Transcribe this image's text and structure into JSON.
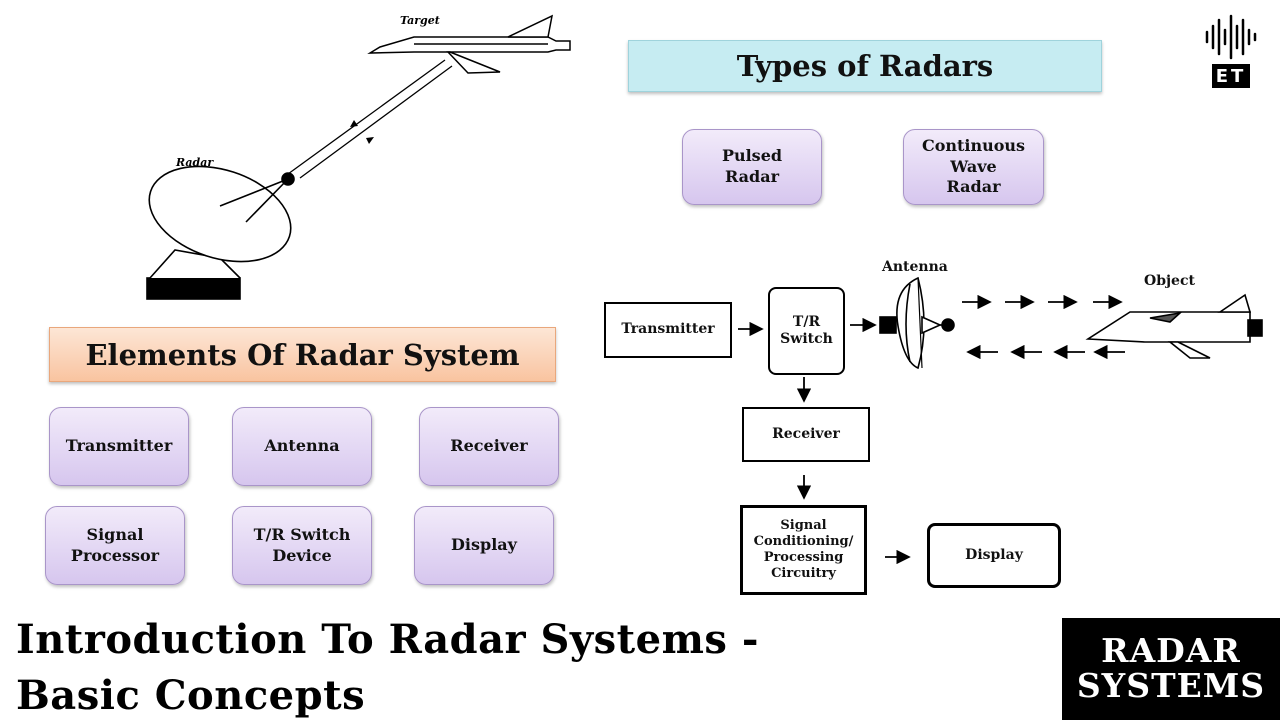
{
  "radar_illustration": {
    "target_label": "Target",
    "radar_label": "Radar"
  },
  "types_of_radars": {
    "heading": "Types of Radars",
    "items": [
      "Pulsed\nRadar",
      "Continuous\nWave\nRadar"
    ]
  },
  "block_diagram": {
    "transmitter": "Transmitter",
    "tr_switch": "T/R\nSwitch",
    "antenna": "Antenna",
    "object": "Object",
    "receiver": "Receiver",
    "signal_conditioning": "Signal\nConditioning/\nProcessing\nCircuitry",
    "display": "Display"
  },
  "elements": {
    "heading": "Elements Of Radar System",
    "items": [
      "Transmitter",
      "Antenna",
      "Receiver",
      "Signal\nProcessor",
      "T/R Switch\nDevice",
      "Display"
    ]
  },
  "logo": {
    "text": "ET"
  },
  "title": "Introduction To Radar Systems -\nBasic Concepts",
  "badge": "RADAR\nSYSTEMS",
  "colors": {
    "types_header": "#c6ecf2",
    "elements_header": "#f9c4a0",
    "pill": "#d6c6ee",
    "badge": "#000000"
  }
}
